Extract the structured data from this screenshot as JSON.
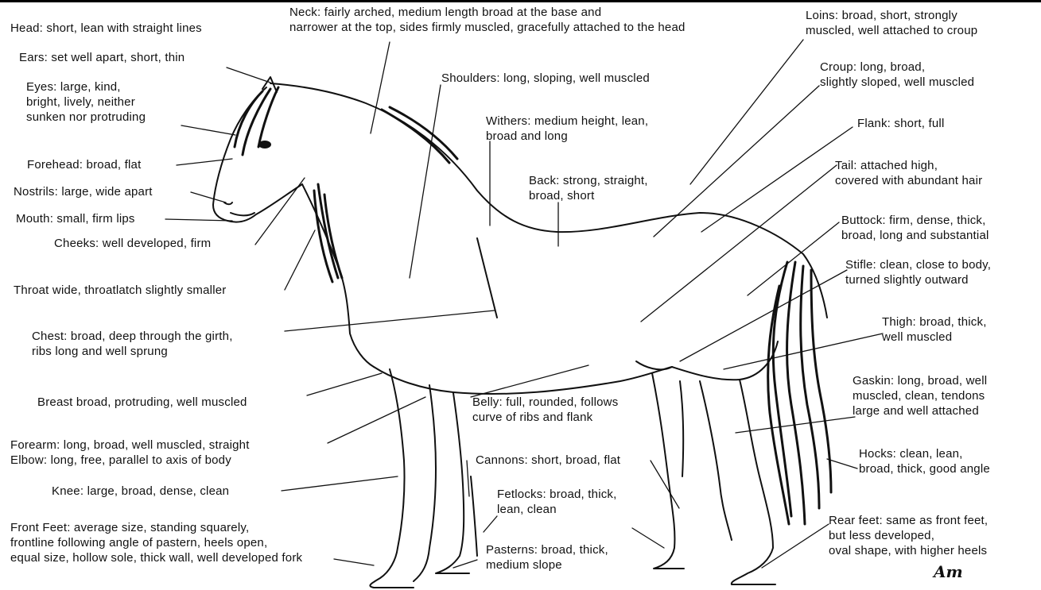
{
  "labels": {
    "head": "Head: short, lean with straight lines",
    "neck": "Neck: fairly arched, medium length broad at the base and\nnarrower at the top, sides firmly muscled, gracefully attached to the head",
    "loins": "Loins: broad, short, strongly\nmuscled, well attached to croup",
    "ears": "Ears: set well apart, short, thin",
    "eyes": "Eyes: large, kind,\nbright, lively, neither\nsunken nor protruding",
    "shoulders": "Shoulders: long, sloping, well muscled",
    "croup": "Croup: long, broad,\nslightly sloped, well muscled",
    "withers": "Withers: medium height, lean,\nbroad and long",
    "flank": "Flank: short, full",
    "forehead": "Forehead: broad, flat",
    "tail": "Tail: attached high,\ncovered with abundant hair",
    "back": "Back: strong, straight,\nbroad, short",
    "nostrils": "Nostrils: large, wide apart",
    "mouth": "Mouth: small, firm lips",
    "buttock": "Buttock: firm, dense, thick,\nbroad, long and substantial",
    "cheeks": "Cheeks: well developed, firm",
    "stifle": "Stifle: clean, close to body,\nturned slightly outward",
    "throat": "Throat wide, throatlatch slightly smaller",
    "thigh": "Thigh: broad, thick,\nwell muscled",
    "chest": "Chest: broad, deep through the girth,\nribs long and well sprung",
    "gaskin": "Gaskin: long, broad, well\nmuscled, clean, tendons\nlarge and well attached",
    "breast": "Breast broad, protruding, well muscled",
    "belly": "Belly: full, rounded, follows\ncurve of ribs and flank",
    "forearm": "Forearm: long, broad, well muscled, straight\nElbow: long, free, parallel to axis of body",
    "hocks": "Hocks: clean, lean,\nbroad, thick, good angle",
    "cannons": "Cannons: short, broad, flat",
    "knee": "Knee: large, broad, dense, clean",
    "fetlocks": "Fetlocks: broad, thick,\nlean, clean",
    "front_feet": "Front Feet: average size, standing squarely,\nfrontline following angle of pastern, heels open,\nequal size, hollow sole, thick wall, well developed fork",
    "rear_feet": "Rear feet: same as front feet,\nbut less developed,\noval shape, with higher heels",
    "pasterns": "Pasterns: broad, thick,\nmedium slope"
  },
  "signature": "Am"
}
